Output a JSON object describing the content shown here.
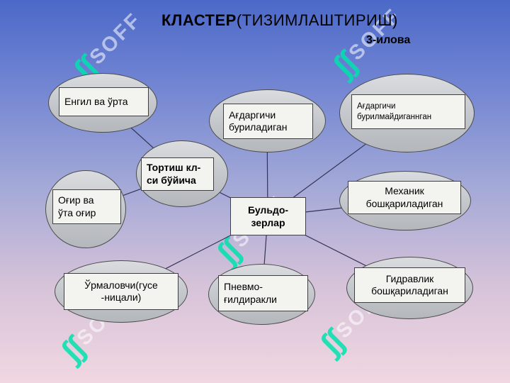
{
  "title": {
    "bold": "КЛАСТЕР",
    "regular": "(ТИЗИМЛАШТИРИШ)",
    "attachment": "3-илова"
  },
  "center_node": {
    "label": "Бульдо-\nзерлар"
  },
  "nodes": [
    {
      "id": "light-medium",
      "label": "Енгил ва ўрта"
    },
    {
      "id": "blade-turning",
      "label": "Ағдаргичи\nбуриладиган"
    },
    {
      "id": "blade-fixed",
      "label": "Ағдаргичи\nбурилмайдиганнган"
    },
    {
      "id": "traction-class",
      "label": "Тортиш кл-\nси бўйича"
    },
    {
      "id": "heavy",
      "label": "Оғир ва\nўта оғир"
    },
    {
      "id": "mechanical",
      "label": "Механик\nбошқариладиган"
    },
    {
      "id": "crawler",
      "label": "Ўрмаловчи(гусе\n-ницали)"
    },
    {
      "id": "pneumatic",
      "label": "Пневмо-\nғилдиракли"
    },
    {
      "id": "hydraulic",
      "label": "Гидравлик\nбошқариладиган"
    }
  ],
  "edges": [
    {
      "from": "light-medium",
      "to": "traction-class"
    },
    {
      "from": "heavy",
      "to": "traction-class"
    },
    {
      "from": "traction-class",
      "to": "center"
    },
    {
      "from": "blade-turning",
      "to": "center"
    },
    {
      "from": "blade-fixed",
      "to": "center"
    },
    {
      "from": "mechanical",
      "to": "center"
    },
    {
      "from": "hydraulic",
      "to": "center"
    },
    {
      "from": "pneumatic",
      "to": "center"
    },
    {
      "from": "crawler",
      "to": "center"
    }
  ],
  "watermark": {
    "text": "SOFF",
    "glyph": "∫∫",
    "glyph_color": "#00e2ad"
  },
  "colors": {
    "background_top": "#4b69c8",
    "background_bottom": "#f0d7e1",
    "ellipse_fill": "#c3c6ca",
    "box_fill": "#f3f3ef",
    "line": "#343457"
  }
}
